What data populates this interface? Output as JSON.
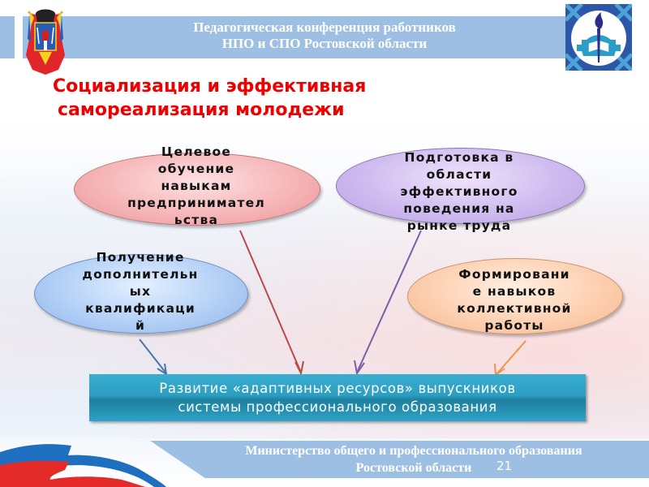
{
  "header": {
    "title_line1": "Педагогическая конференция работников",
    "title_line2": "НПО и СПО Ростовской области",
    "left_logo": "rostov-oblast-coat-of-arms",
    "right_logo": "torch-gear-education-emblem"
  },
  "slide": {
    "title_line1": "Социализация и эффективная",
    "title_line2": "самореализация молодежи",
    "title_color": "#ee0000"
  },
  "ovals": [
    {
      "text": "Целевое\nобучение\nнавыкам\nпредпринимател\nьства",
      "color": "#f6b6b8",
      "arrow_color": "#b84a4a"
    },
    {
      "text": "Подготовка в\nобласти\nэффективного\nповедения на\nрынке труда",
      "color": "#cfbcf0",
      "arrow_color": "#7c5ea8"
    },
    {
      "text": "Получение\nдополнительн\nых\nквалификаци\nй",
      "color": "#b3d0f6",
      "arrow_color": "#4a74b0"
    },
    {
      "text": "Формировани\nе навыков\nколлективной\nработы",
      "color": "#fdd0b1",
      "arrow_color": "#f0944a"
    }
  ],
  "result": {
    "line1": "Развитие «адаптивных ресурсов» выпускников",
    "line2": "системы профессионального образования",
    "color": "#2b9ec2"
  },
  "footer": {
    "line1": "Министерство общего и профессионального образования",
    "line2": "Ростовской области",
    "page_number": "21",
    "flag_icon": "russian-tricolor-ribbon"
  }
}
